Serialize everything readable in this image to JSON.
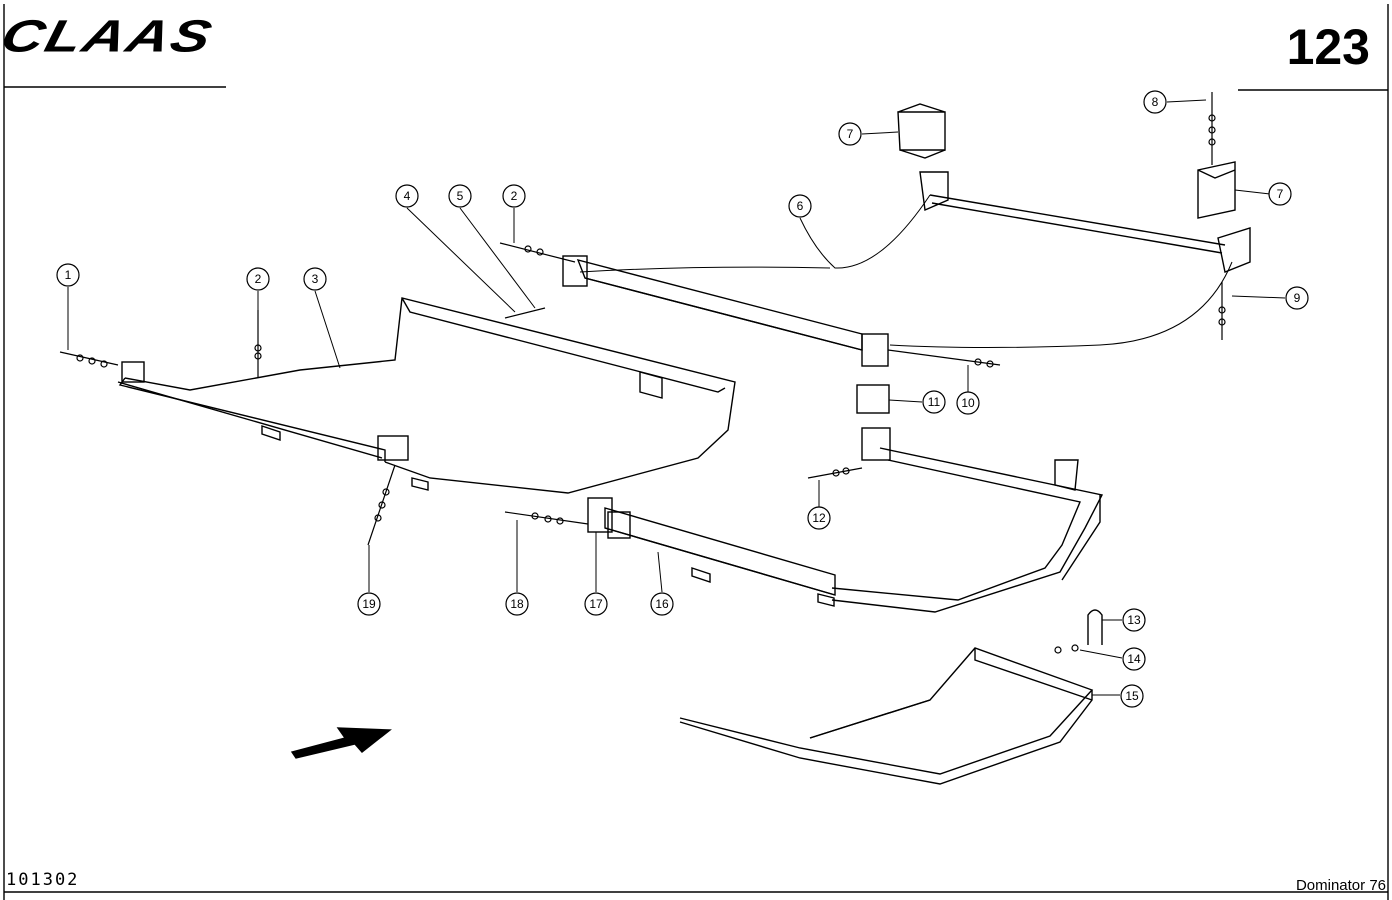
{
  "header": {
    "brand": "CLAAS",
    "page_number": "123"
  },
  "footer": {
    "document_code": "101302",
    "model": "Dominator 76"
  },
  "callouts": [
    "1",
    "2",
    "2",
    "3",
    "4",
    "5",
    "6",
    "7",
    "7",
    "8",
    "9",
    "10",
    "11",
    "12",
    "13",
    "14",
    "15",
    "16",
    "17",
    "18",
    "19"
  ]
}
